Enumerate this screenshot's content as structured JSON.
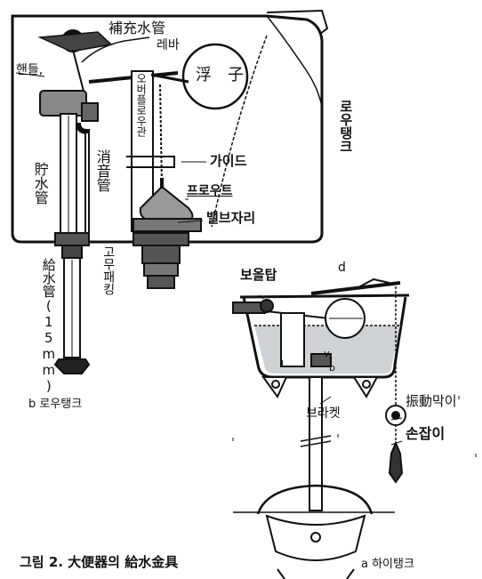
{
  "labels": {
    "refill_tube": "補充水管",
    "lever": "레바",
    "handle": "핸들,",
    "overflow_pipe": "오버플로우관",
    "float_ball": "浮　子",
    "low_tank": "로우탱크",
    "guide": "가이드",
    "silencer_pipe": "消音管",
    "storage_pipe": "貯水管",
    "float_valve": "프로우트",
    "valve_seat": "밸브자리",
    "supply_pipe": "給水管(15mm)",
    "rubber_packing": "고무패킹",
    "caption_b": "b 로우탱크",
    "ball_tap": "보올탑",
    "mark_d": "d",
    "mark_l": "l",
    "mark_v": "v",
    "mark_b": "b",
    "bracket": "브라켓",
    "vibration_stopper": "振動막이",
    "pull_handle": "손잡이",
    "figure_caption": "그림  2. 大便器의 給水金具",
    "caption_a": "a  하이탱크"
  },
  "colors": {
    "ink": "#111111",
    "water": "#cfd2d4",
    "paper": "#ffffff"
  }
}
